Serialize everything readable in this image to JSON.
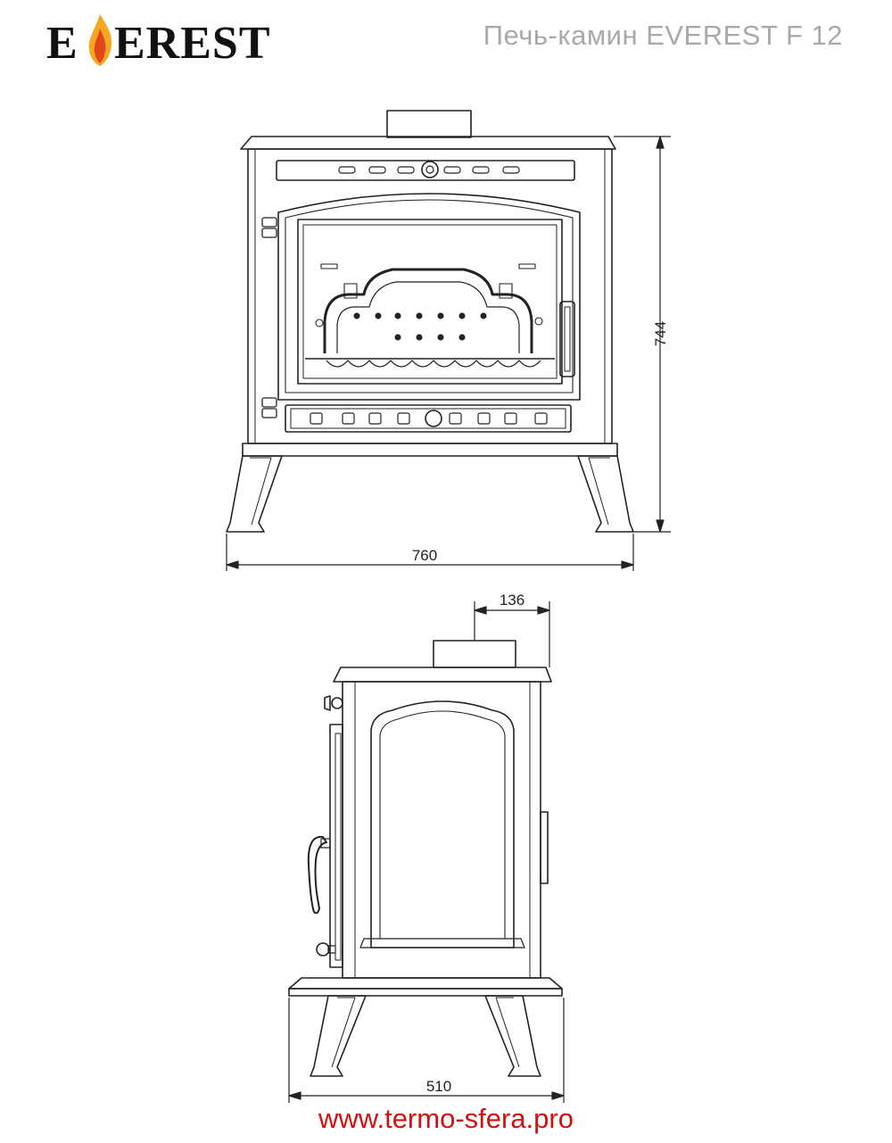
{
  "brand": {
    "logo_first_letter": "E",
    "logo_rest": "EREST",
    "flame_icon": "flame-icon",
    "flame_colors": [
      "#f5a623",
      "#e2461a"
    ]
  },
  "title": "Печь-камин EVEREST F 12",
  "front_view": {
    "height_label": "744",
    "width_label": "760"
  },
  "side_view": {
    "flue_offset_label": "136",
    "depth_label": "510"
  },
  "footer": {
    "url": "www.termo-sfera.pro",
    "url_color": "#d31010"
  }
}
